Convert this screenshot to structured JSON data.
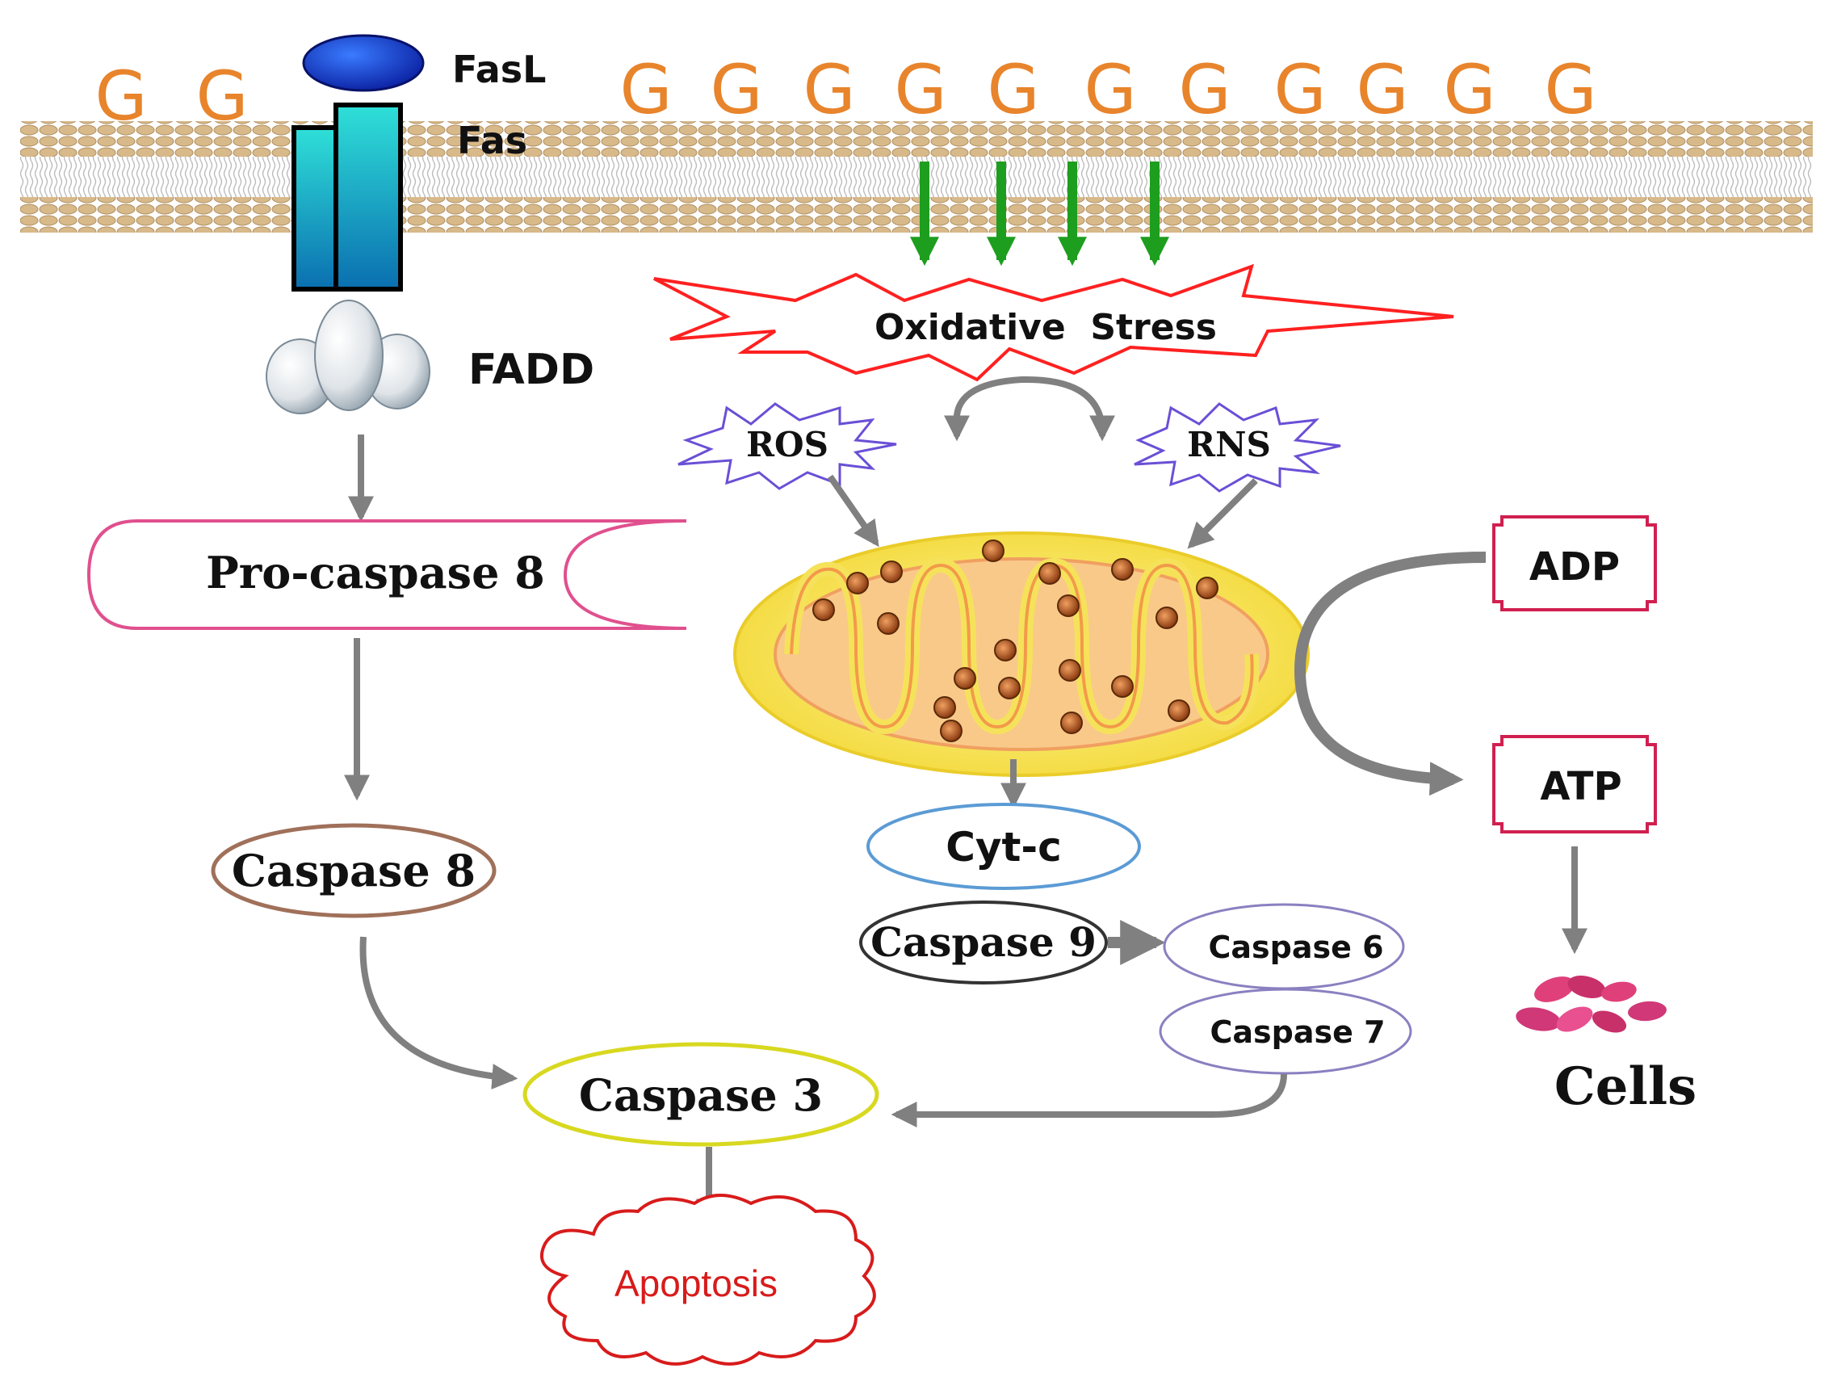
{
  "membrane": {
    "ligand_letter": "G",
    "ligand_letters_left_count": 2,
    "ligand_letters_right_count": 11,
    "fasl_label": "FasL",
    "fas_label": "Fas"
  },
  "extrinsic": {
    "fadd_label": "FADD",
    "procaspase8_label": "Pro-caspase 8",
    "caspase8_label": "Caspase 8"
  },
  "intrinsic": {
    "oxidative_stress_label": "Oxidative  Stress",
    "ros_label": "ROS",
    "rns_label": "RNS",
    "cytc_label": "Cyt-c",
    "caspase9_label": "Caspase 9",
    "caspase6_label": "Caspase 6",
    "caspase7_label": "Caspase 7"
  },
  "energy": {
    "adp_label": "ADP",
    "atp_label": "ATP",
    "cells_label": "Cells"
  },
  "outcome": {
    "caspase3_label": "Caspase 3",
    "apoptosis_label": "Apoptosis"
  },
  "colors": {
    "ligand": "#e8842b",
    "arrow": "#808080",
    "stress_arrows": "#1e9e1e",
    "oxidative_stress_outline": "#ff2020",
    "ros_rns_outline": "#6a4fd6",
    "procaspase8_outline": "#e0508e",
    "caspase8_outline": "#a0705a",
    "caspase3_outline": "#d8d820",
    "cytc_outline": "#5b9bd5",
    "caspase67_outline": "#8a80c0",
    "adp_atp_outline": "#d02050",
    "apoptosis_text": "#d81b1b",
    "mitochondrion_fill": "#f7e84a",
    "fas_receptor": "#1aa3c8"
  }
}
